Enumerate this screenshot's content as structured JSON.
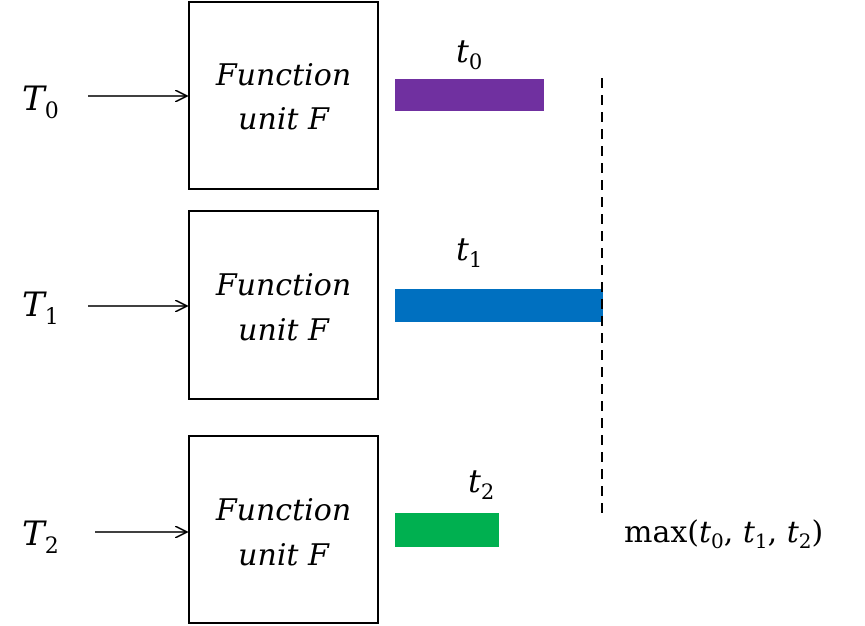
{
  "units": [
    {
      "input_var": "T",
      "input_sub": "0",
      "box_line1": "Function",
      "box_line2": "unit F",
      "time_var": "t",
      "time_sub": "0",
      "bar_color": "#7030a0"
    },
    {
      "input_var": "T",
      "input_sub": "1",
      "box_line1": "Function",
      "box_line2": "unit F",
      "time_var": "t",
      "time_sub": "1",
      "bar_color": "#0070c0"
    },
    {
      "input_var": "T",
      "input_sub": "2",
      "box_line1": "Function",
      "box_line2": "unit F",
      "time_var": "t",
      "time_sub": "2",
      "bar_color": "#00b050"
    }
  ],
  "max_label": {
    "func": "max",
    "open": "(",
    "a": "t",
    "a_sub": "0",
    "sep1": ", ",
    "b": "t",
    "b_sub": "1",
    "sep2": ", ",
    "c": "t",
    "c_sub": "2",
    "close": ")"
  }
}
